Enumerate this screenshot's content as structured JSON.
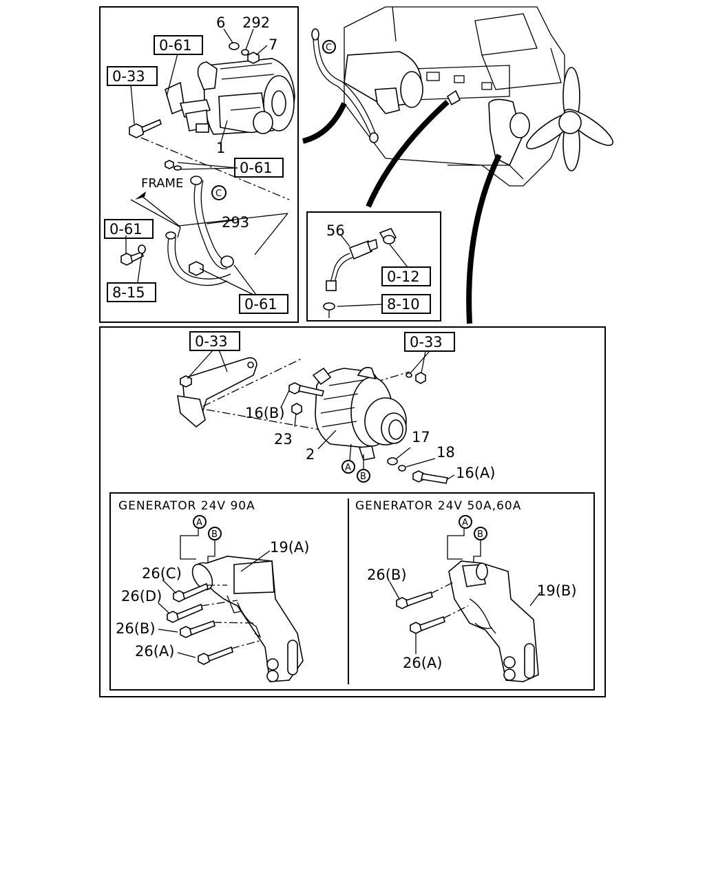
{
  "labels": {
    "starter": {
      "ref_0_61_top": "0-61",
      "ref_0_33": "0-33",
      "ref_0_61_mid": "0-61",
      "ref_0_61_left": "0-61",
      "ref_8_15": "8-15",
      "ref_0_61_bottom": "0-61",
      "part_6": "6",
      "part_292": "292",
      "part_7": "7",
      "part_1": "1",
      "frame": "FRAME",
      "part_293": "293",
      "mark_c": "C"
    },
    "engine": {
      "mark_c": "C"
    },
    "sensor": {
      "part_56": "56",
      "ref_0_12": "0-12",
      "ref_8_10": "8-10"
    },
    "generator": {
      "ref_0_33_left": "0-33",
      "ref_0_33_right": "0-33",
      "part_16b": "16(B)",
      "part_23": "23",
      "part_2": "2",
      "part_17": "17",
      "part_18": "18",
      "part_16a": "16(A)",
      "mark_a": "A",
      "mark_b": "B"
    },
    "bracket_90a": {
      "title": "GENERATOR 24V 90A",
      "mark_a": "A",
      "mark_b": "B",
      "part_19a": "19(A)",
      "part_26c": "26(C)",
      "part_26d": "26(D)",
      "part_26b": "26(B)",
      "part_26a": "26(A)"
    },
    "bracket_50a": {
      "title": "GENERATOR 24V 50A,60A",
      "mark_a": "A",
      "mark_b": "B",
      "part_26b": "26(B)",
      "part_19b": "19(B)",
      "part_26a": "26(A)"
    }
  }
}
